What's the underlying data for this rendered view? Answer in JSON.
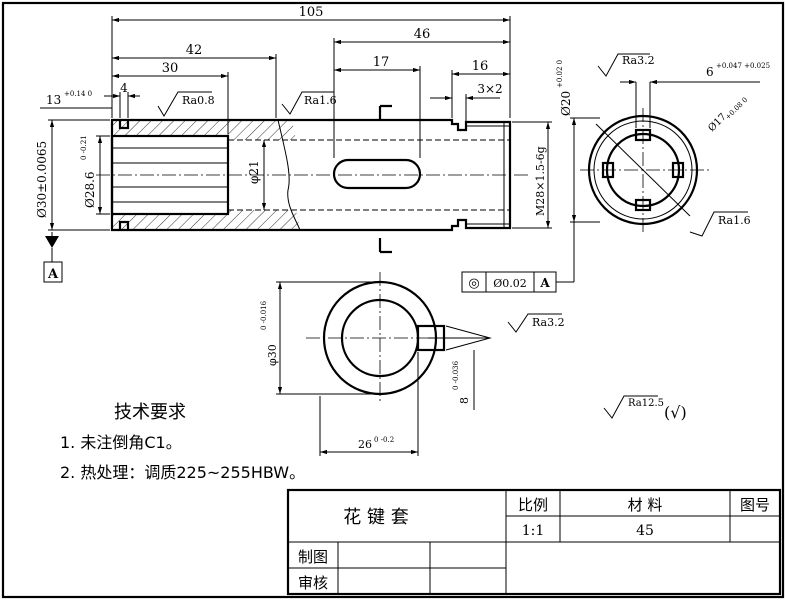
{
  "dims": {
    "overall": "105",
    "d42": "42",
    "d30": "30",
    "d46": "46",
    "d17": "17",
    "d16": "16",
    "d4": "4",
    "groove": "3×2",
    "chamfer_len": "13",
    "chamfer_tol": "+0.14 0",
    "od_left": "Ø30±0.0065",
    "spline_d": "Ø28.6",
    "spline_tol": "0 -0.21",
    "bore": "φ21",
    "thread": "M28×1.5-6g",
    "od_right": "Ø20",
    "od_right_tol": "+0.02 0",
    "key_width": "6",
    "key_tol": "+0.047 +0.025",
    "inner_d": "Ø17",
    "inner_tol": "+0.08 0",
    "sec_d": "φ30",
    "sec_d_tol": "0 -0.016",
    "sec_depth": "8",
    "sec_depth_tol": "0 -0.036",
    "sec_w": "26",
    "sec_w_tol": "0 -0.2"
  },
  "roughness": {
    "ra08": "Ra0.8",
    "ra16_top": "Ra1.6",
    "ra32_top": "Ra3.2",
    "ra16_right": "Ra1.6",
    "ra32_section": "Ra3.2",
    "ra125": "Ra12.5",
    "ra125_suffix": "(√)"
  },
  "tolerance_frame": {
    "symbol": "◎",
    "value": "Ø0.02",
    "datum": "A"
  },
  "datum_label": "A",
  "notes": {
    "title": "技术要求",
    "line1": "1. 未注倒角C1。",
    "line2": "2. 热处理：调质225~255HBW。"
  },
  "title_block": {
    "part_name": "花 键 套",
    "scale_label": "比例",
    "scale_value": "1:1",
    "material_label": "材  料",
    "material_value": "45",
    "drawing_no_label": "图号",
    "drawn_label": "制图",
    "checked_label": "审核"
  }
}
